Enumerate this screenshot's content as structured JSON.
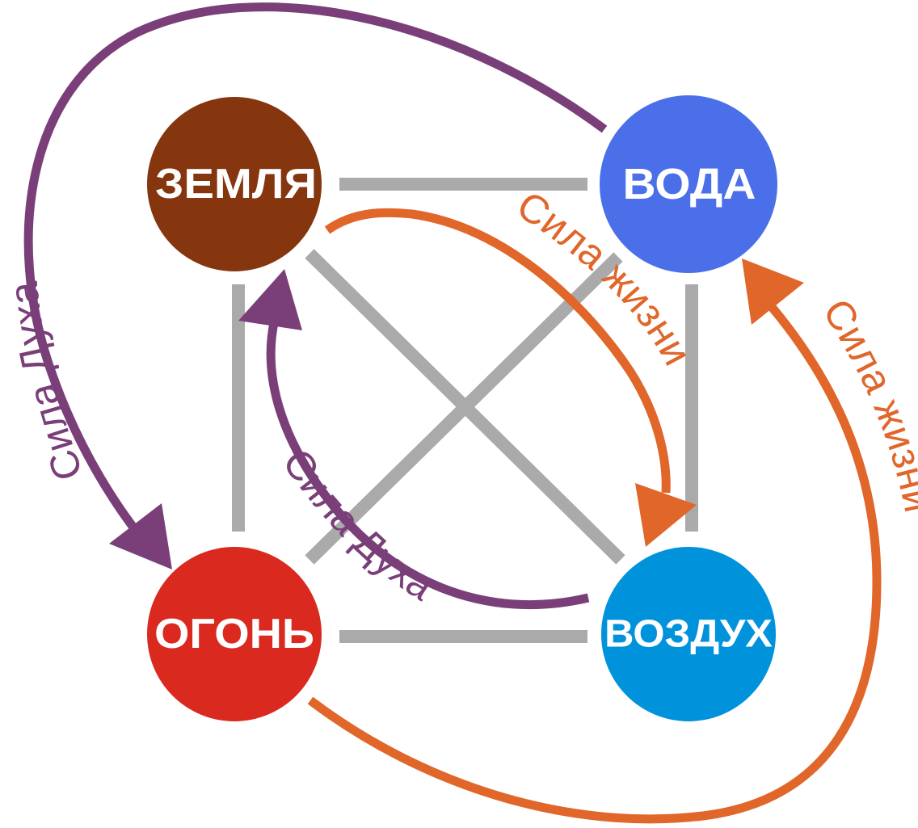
{
  "colors": {
    "background": "#ffffff",
    "connector": "#aaaaaa",
    "spirit_arrow": "#7a3f79",
    "life_arrow": "#e0662a",
    "label_text": "#ffffff"
  },
  "elements": {
    "earth": {
      "label": "ЗЕМЛЯ",
      "color": "#85360f"
    },
    "water": {
      "label": "ВОДА",
      "color": "#4a6fe8"
    },
    "fire": {
      "label": "ОГОНЬ",
      "color": "#da2a20"
    },
    "air": {
      "label": "ВОЗДУХ",
      "color": "#0192dc"
    }
  },
  "arrows": {
    "spirit_outer": {
      "label": "Сила Духа",
      "from": "ВОДА",
      "to": "ОГОНЬ"
    },
    "spirit_inner": {
      "label": "Сила Духа",
      "from": "ВОЗДУХ",
      "to": "ЗЕМЛЯ"
    },
    "life_inner": {
      "label": "Сила жизни",
      "from": "ЗЕМЛЯ",
      "to": "ВОЗДУХ"
    },
    "life_outer": {
      "label": "Сила жизни",
      "from": "ОГОНЬ",
      "to": "ВОДА"
    }
  }
}
